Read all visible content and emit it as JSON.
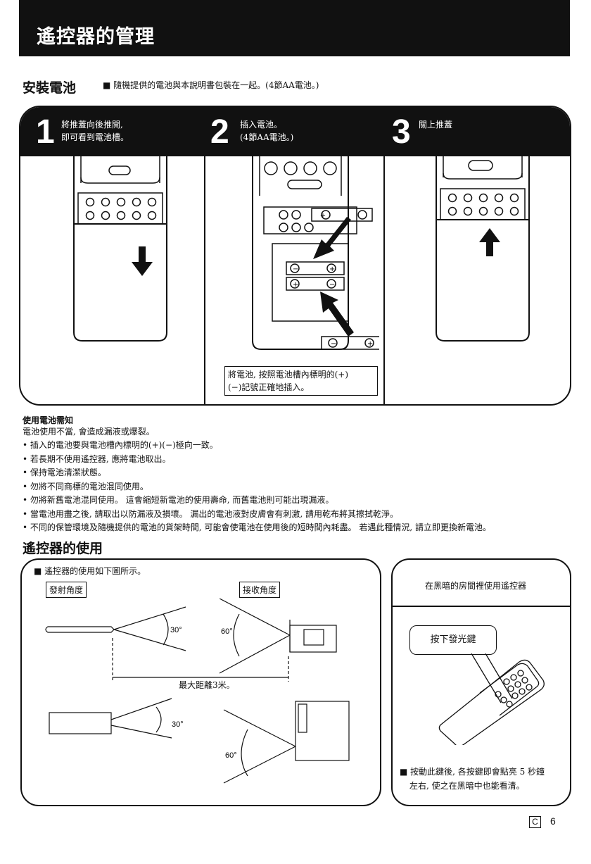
{
  "header": {
    "title": "遙控器的管理"
  },
  "install": {
    "title": "安裝電池",
    "note": "■ 隨機提供的電池與本說明書包裝在一起。(4節AA電池。)",
    "steps": [
      {
        "num": "1",
        "line1": "將推蓋向後推開,",
        "line2": "即可看到電池槽。"
      },
      {
        "num": "2",
        "line1": "插入電池。",
        "line2": "(4節AA電池。)"
      },
      {
        "num": "3",
        "line1": "關上推蓋",
        "line2": ""
      }
    ],
    "polarity_note_1": "將電池, 按照電池槽內標明的(+)",
    "polarity_note_2": "(−)記號正確地插入。"
  },
  "cautions": {
    "title": "使用電池需知",
    "intro": "電池使用不當, 會造成漏液或爆裂。",
    "items": [
      "• 插入的電池要與電池槽內標明的(+)(−)極向一致。",
      "• 若長期不使用遙控器, 應將電池取出。",
      "• 保持電池清潔狀態。",
      "• 勿將不同商標的電池混同使用。",
      "• 勿將新舊電池混同使用。 這會縮短新電池的使用壽命, 而舊電池則可能出現漏液。",
      "• 當電池用盡之後, 請取出以防漏液及損壞。 漏出的電池液對皮膚會有刺激, 請用乾布將其擦拭乾淨。",
      "• 不同的保管環境及隨機提供的電池的貨架時間, 可能會使電池在使用後的短時間內耗盡。 若遇此種情況, 請立即更換新電池。"
    ]
  },
  "usage": {
    "title": "遙控器的使用",
    "intro": "■ 遙控器的使用如下圖所示。",
    "emit_label": "發射角度",
    "receive_label": "接收角度",
    "angle_emit_1": "30°",
    "angle_recv_1": "60°",
    "distance": "最大距離3米。",
    "angle_emit_2": "30°",
    "angle_recv_2": "60°"
  },
  "dark": {
    "title": "在黑暗的房間裡使用遙控器",
    "button_label": "按下發光鍵",
    "desc_1": "■ 按動此鍵後, 各按鍵即會點亮 5 秒鐘",
    "desc_2": "左右, 使之在黑暗中也能看清。"
  },
  "footer": {
    "lang_code": "C",
    "page": "6"
  }
}
